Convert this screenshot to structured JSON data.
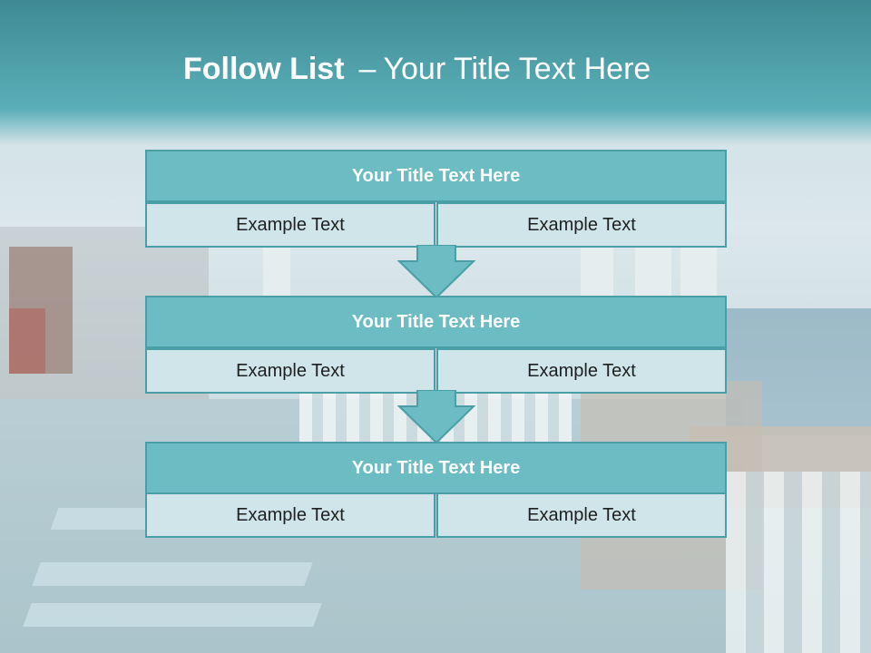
{
  "slide": {
    "title_bold": "Follow List",
    "title_separator": "–",
    "title_rest": "Your Title Text Here"
  },
  "steps": [
    {
      "title": "Your Title Text Here",
      "left_text": "Example Text",
      "right_text": "Example Text"
    },
    {
      "title": "Your Title Text Here",
      "left_text": "Example Text",
      "right_text": "Example Text"
    },
    {
      "title": "Your Title Text Here",
      "left_text": "Example Text",
      "right_text": "Example Text"
    }
  ],
  "colors": {
    "header": "#4d9ea7",
    "block_title_fill": "#6bbcc3",
    "block_border": "#4a9ea6",
    "cell_fill": "#cfe5ea",
    "arrow_fill": "#6bbcc3"
  },
  "icons": {
    "connector": "down-arrow-icon"
  }
}
